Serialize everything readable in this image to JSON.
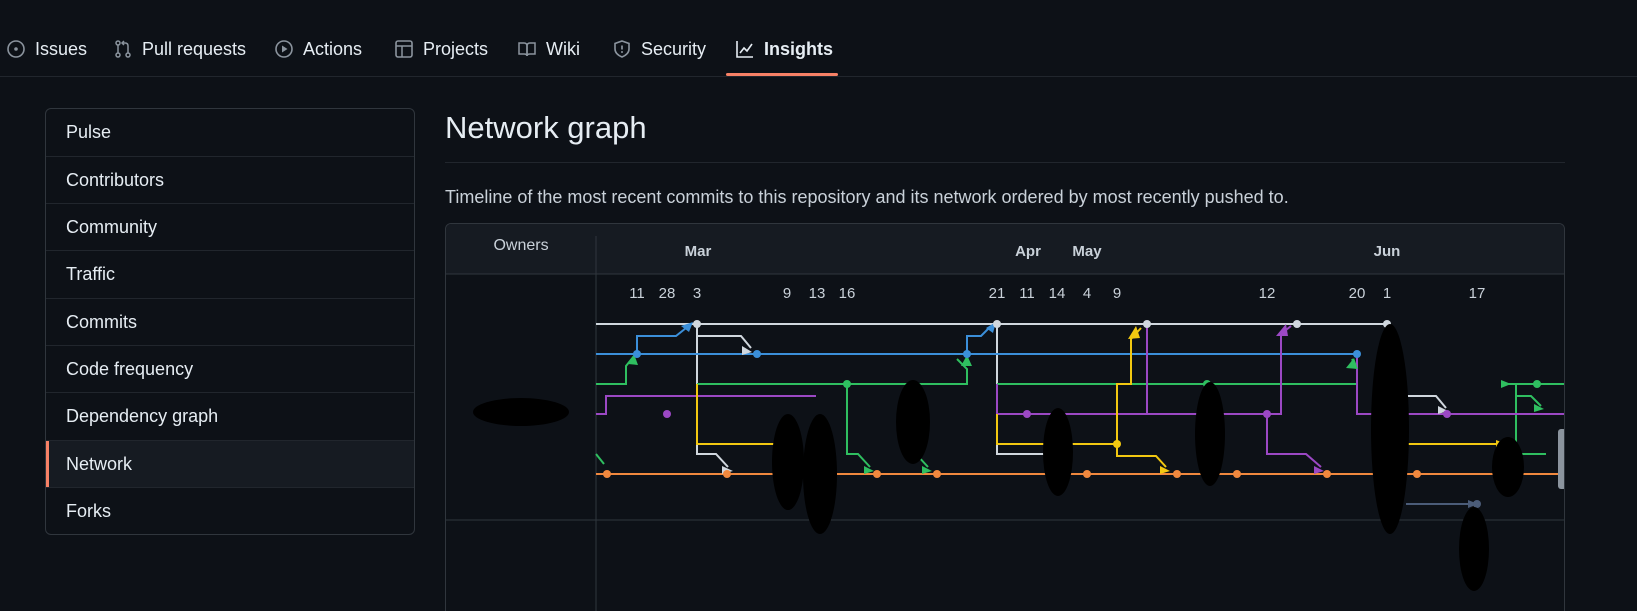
{
  "nav": {
    "items": [
      {
        "label": "Issues",
        "icon": "issue-opened-icon"
      },
      {
        "label": "Pull requests",
        "icon": "git-pull-request-icon"
      },
      {
        "label": "Actions",
        "icon": "play-icon"
      },
      {
        "label": "Projects",
        "icon": "table-icon"
      },
      {
        "label": "Wiki",
        "icon": "book-icon"
      },
      {
        "label": "Security",
        "icon": "shield-icon"
      },
      {
        "label": "Insights",
        "icon": "graph-icon"
      }
    ],
    "active": "Insights",
    "accent_color": "#f78166"
  },
  "sidebar": {
    "items": [
      {
        "label": "Pulse"
      },
      {
        "label": "Contributors"
      },
      {
        "label": "Community"
      },
      {
        "label": "Traffic"
      },
      {
        "label": "Commits"
      },
      {
        "label": "Code frequency"
      },
      {
        "label": "Dependency graph"
      },
      {
        "label": "Network"
      },
      {
        "label": "Forks"
      }
    ],
    "active": "Network"
  },
  "main": {
    "title": "Network graph",
    "description": "Timeline of the most recent commits to this repository and its network ordered by most recently pushed to."
  },
  "graph": {
    "owners_label": "Owners",
    "months": [
      "Mar",
      "Apr",
      "May",
      "Jun"
    ],
    "days": [
      "11",
      "28",
      "3",
      "9",
      "13",
      "16",
      "21",
      "11",
      "14",
      "4",
      "9",
      "12",
      "20",
      "1",
      "17"
    ],
    "branch_colors": {
      "white": "#d0d7de",
      "blue": "#3b8fd9",
      "green": "#2fbf60",
      "purple": "#9b48c4",
      "yellow": "#f2c811",
      "orange": "#f0883e",
      "slate": "#4b5c78"
    }
  }
}
